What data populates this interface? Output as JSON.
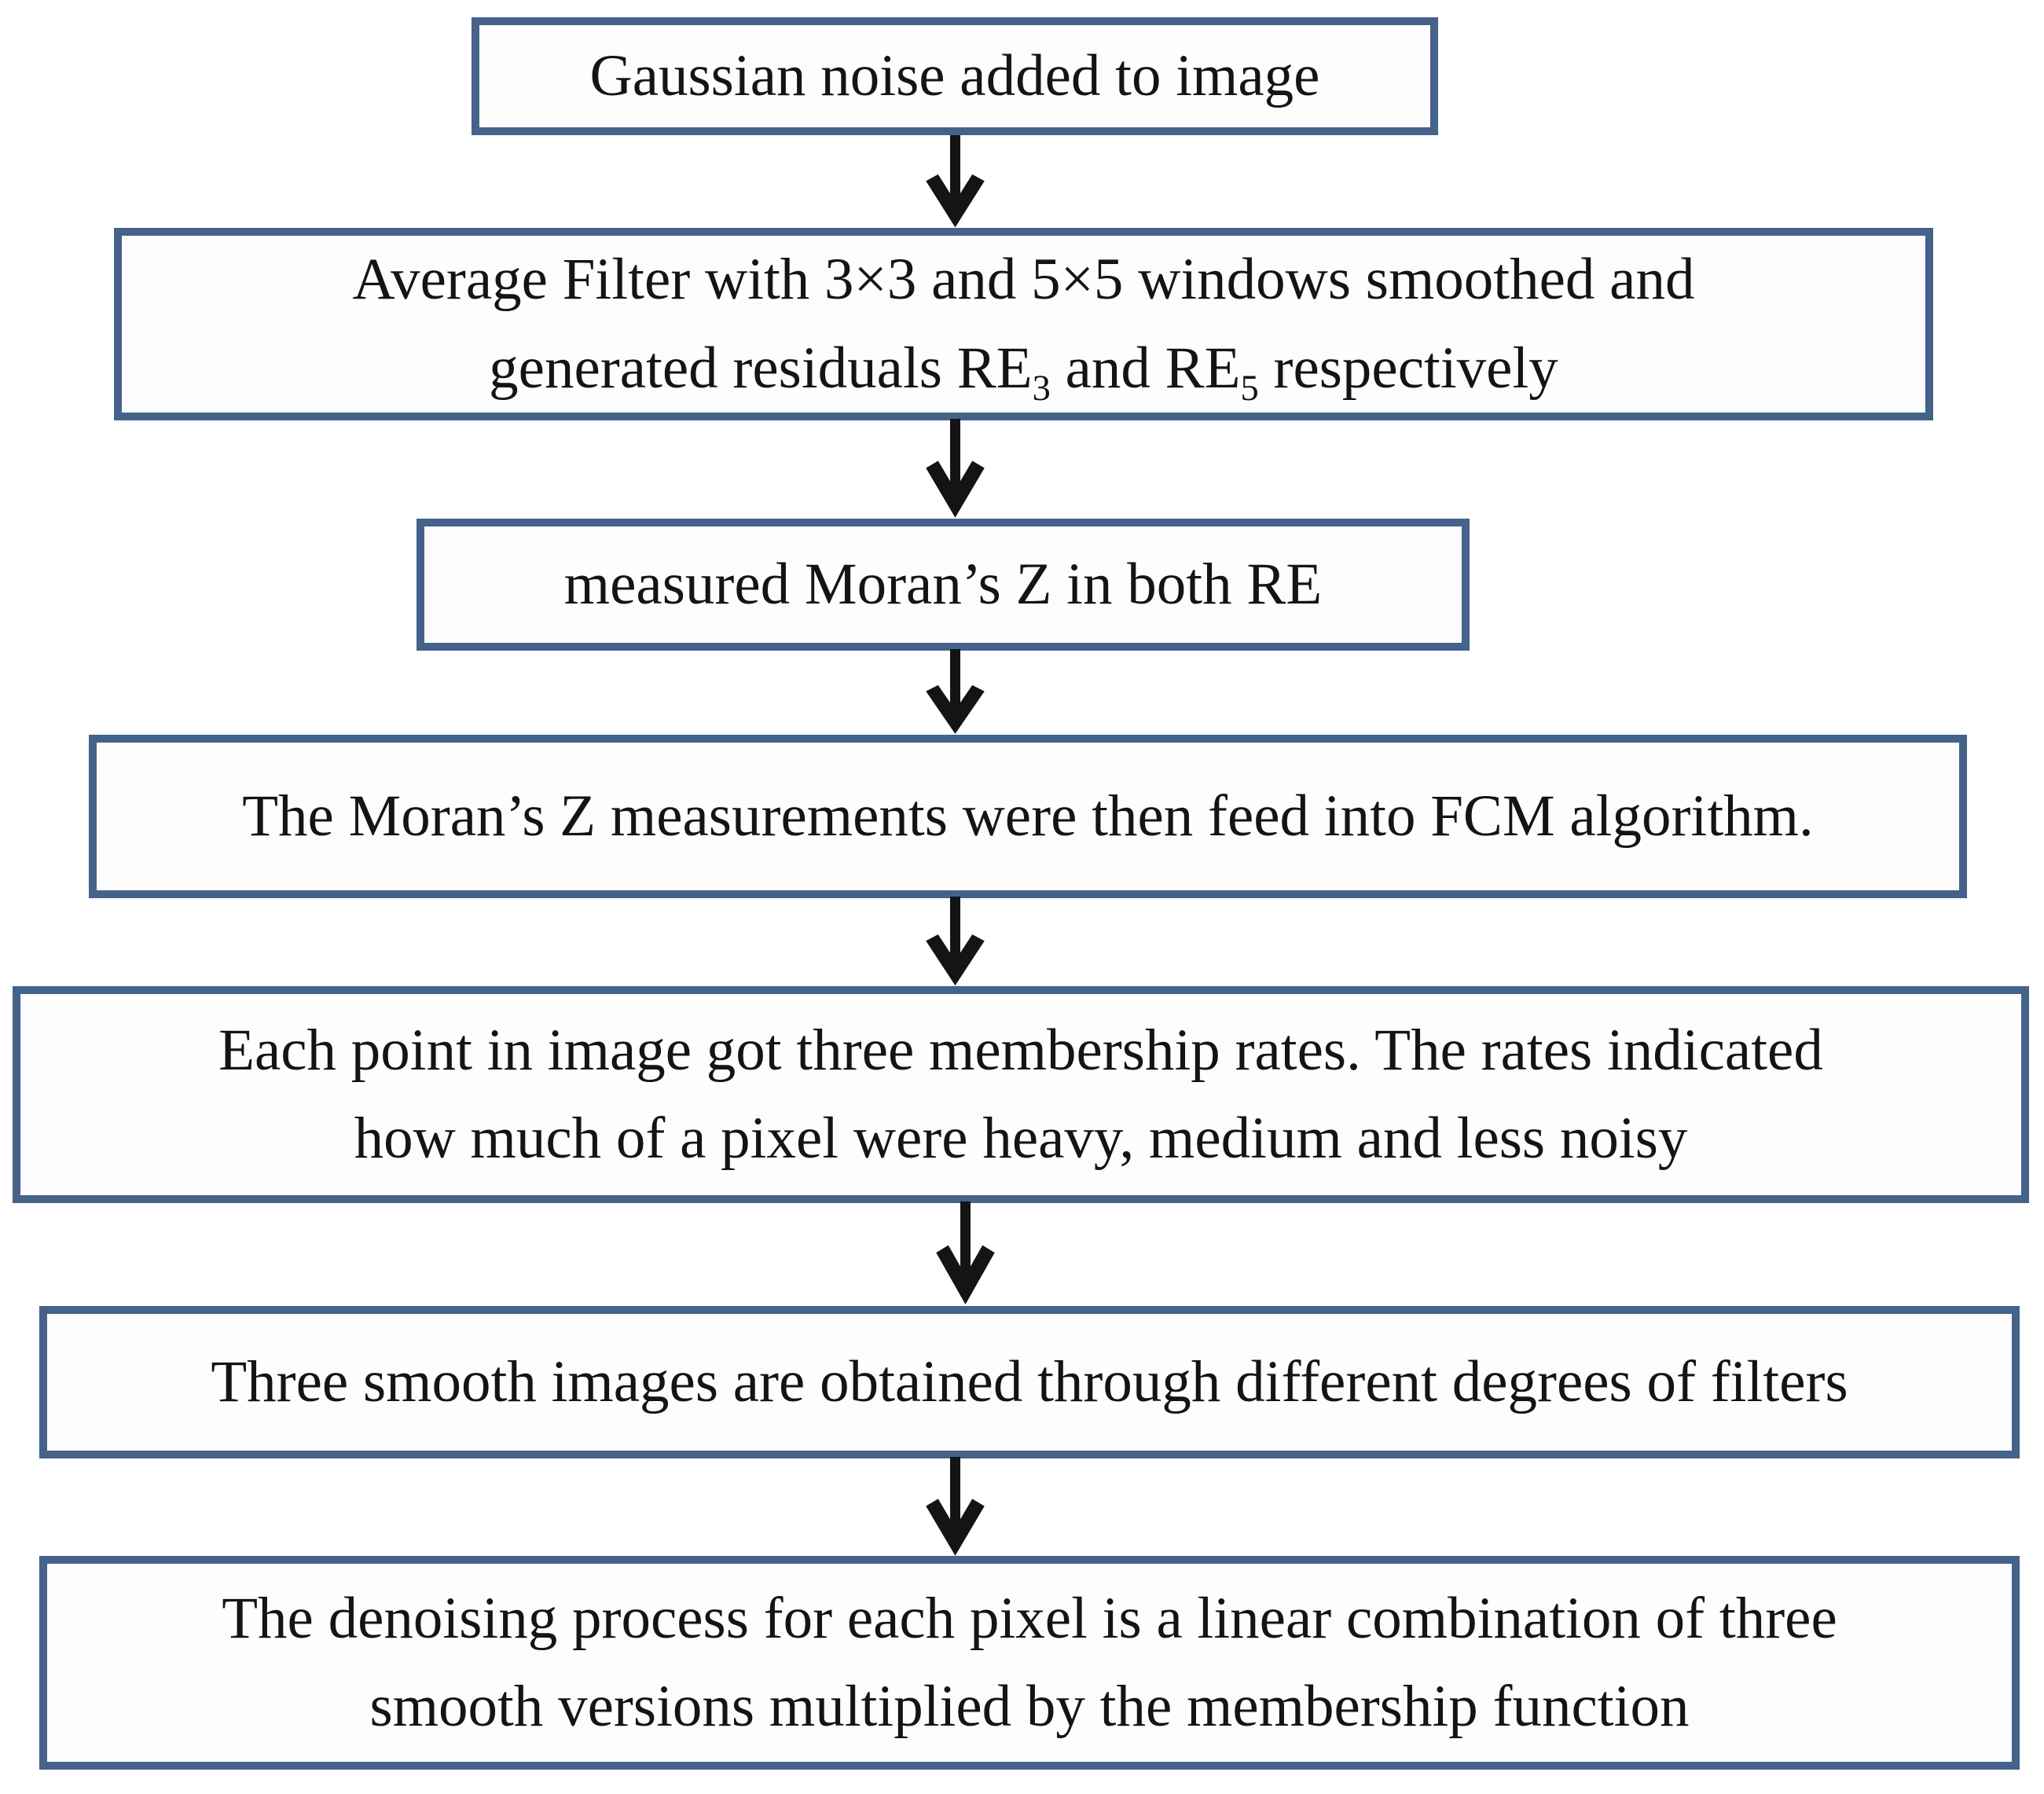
{
  "colors": {
    "background": "#ffffff",
    "box_fill": "#fdfdfd",
    "box_border": "#44628a",
    "text": "#141414",
    "arrow": "#141414"
  },
  "flow": {
    "steps": [
      {
        "name": "add-gaussian-noise",
        "lines": [
          "Gaussian noise added to image"
        ]
      },
      {
        "name": "average-filter-residuals",
        "lines": [
          "Average Filter with 3×3 and 5×5 windows smoothed and"
        ],
        "line2_parts": [
          "generated residuals RE",
          "3",
          " and RE",
          "5",
          " respectively"
        ]
      },
      {
        "name": "measure-morans-z",
        "lines": [
          "measured Moran’s Z in both RE"
        ]
      },
      {
        "name": "feed-into-fcm",
        "lines": [
          "The Moran’s Z measurements were then feed into FCM algorithm."
        ]
      },
      {
        "name": "membership-rates",
        "lines": [
          "Each point in image got three membership rates. The rates indicated",
          "how much of a pixel were heavy, medium and less noisy"
        ]
      },
      {
        "name": "three-smooth-images",
        "lines": [
          "Three smooth images are obtained through different degrees of filters"
        ]
      },
      {
        "name": "denoising-linear-combination",
        "lines": [
          "The denoising process for each pixel is a linear combination of three",
          "smooth versions multiplied by the membership function"
        ]
      }
    ]
  }
}
